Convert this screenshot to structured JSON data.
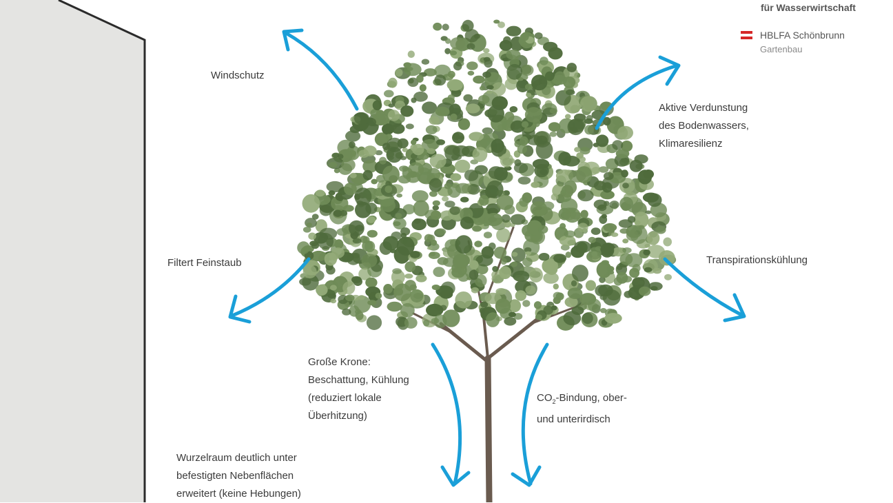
{
  "header": {
    "partner_1": "für Wasserwirtschaft",
    "partner_2": "HBLFA Schönbrunn",
    "partner_2_sub": "Gartenbau"
  },
  "labels": {
    "windschutz": "Windschutz",
    "verdunstung": [
      "Aktive Verdunstung",
      "des Bodenwassers,",
      "Klimaresilienz"
    ],
    "feinstaub": "Filtert Feinstaub",
    "transpiration": "Transpirationskühlung",
    "krone": [
      "Große Krone:",
      "Beschattung, Kühlung",
      "(reduziert lokale",
      "Überhitzung)"
    ],
    "co2_prefix": "CO",
    "co2_sub": "2",
    "co2_rest": "-Bindung, ober-",
    "co2_line2": "und unterirdisch",
    "wurzel": [
      "Wurzelraum deutlich unter",
      "befestigten Nebenflächen",
      "erweitert (keine Hebungen)"
    ]
  },
  "colors": {
    "arrow": "#1a9fd8",
    "building_fill": "#e4e4e2",
    "building_edge": "#2b2b2b",
    "foliage_dark": "#4f6b3c",
    "foliage_mid": "#6f8b57",
    "foliage_light": "#93aa78",
    "trunk": "#6a5b4f",
    "flag_red": "#d62828"
  },
  "icons": [
    "arrow-icon",
    "tree-illustration",
    "building-wall",
    "austria-flag-icon"
  ]
}
